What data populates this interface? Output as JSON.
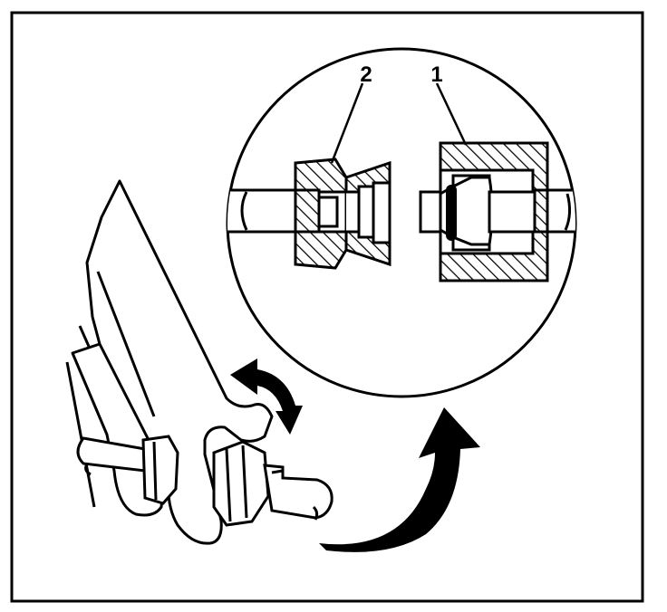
{
  "diagram": {
    "callouts": [
      {
        "id": "1",
        "label": "1",
        "target": "female-fitting-nut-with-o-ring"
      },
      {
        "id": "2",
        "label": "2",
        "target": "male-fitting-threaded"
      }
    ],
    "colors": {
      "line": "#000000",
      "background": "#ffffff"
    }
  }
}
